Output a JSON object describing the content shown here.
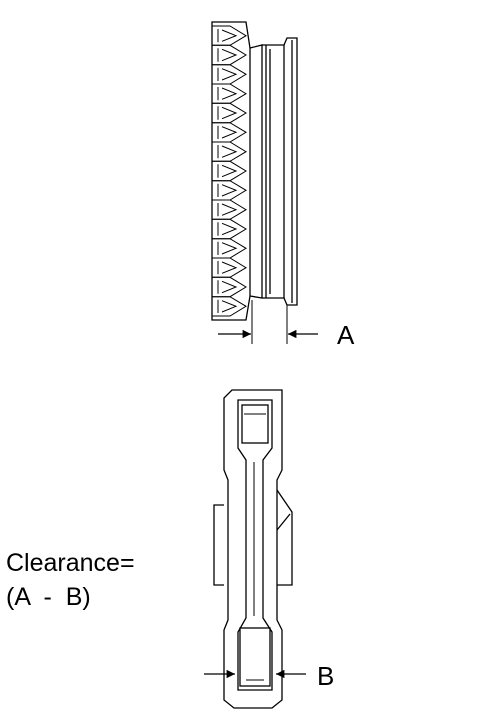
{
  "labels": {
    "dimension_a": "A",
    "dimension_b": "B",
    "formula_line1": "Clearance=",
    "formula_line2": "(A  -  B)"
  },
  "colors": {
    "ink": "#000000",
    "paper": "#ffffff"
  }
}
